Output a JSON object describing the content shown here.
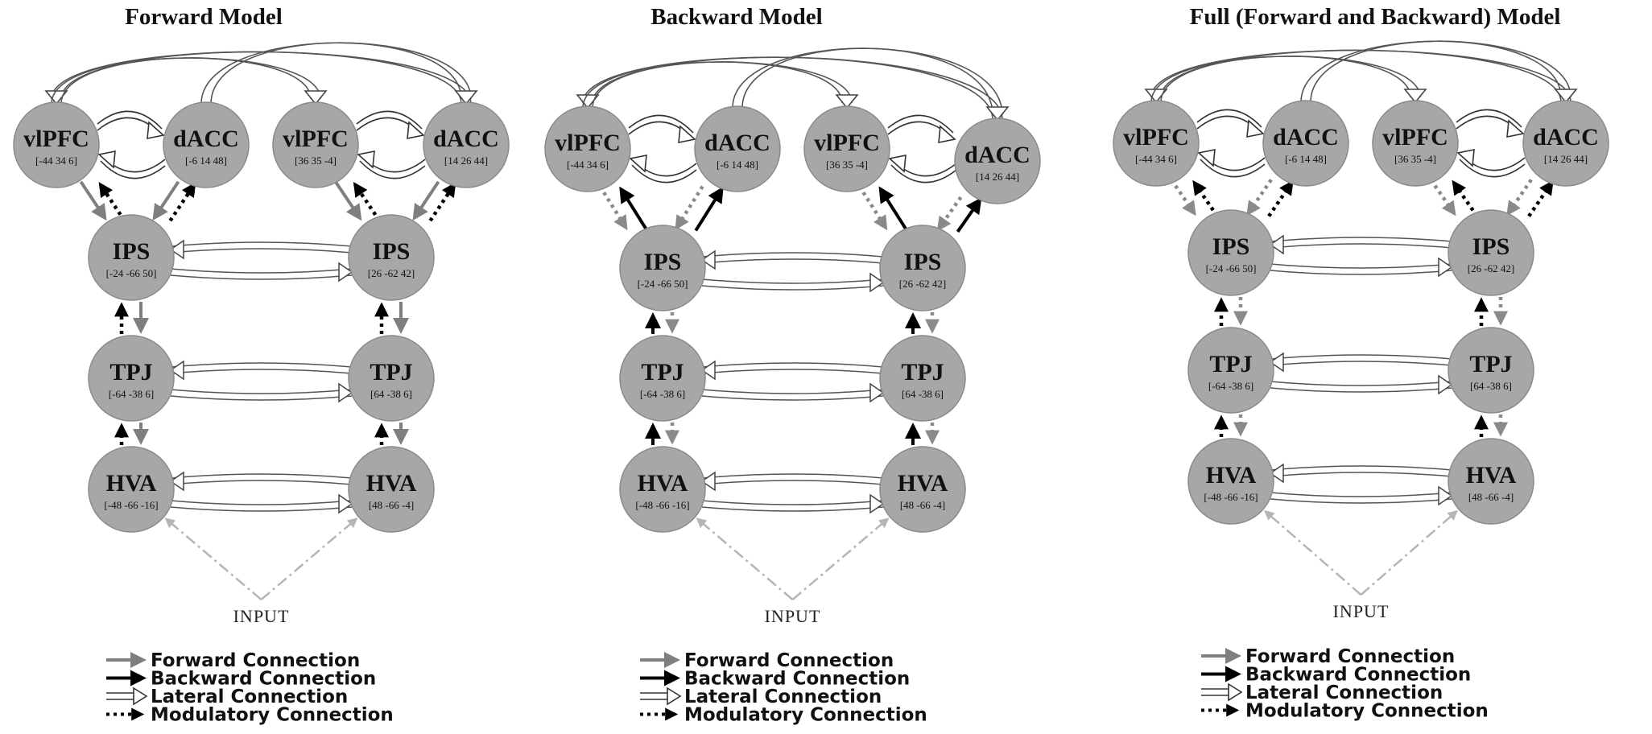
{
  "panels": [
    {
      "title": "Forward Model",
      "input_label": "INPUT",
      "legend": [
        "Forward Connection",
        "Backward Connection",
        "Lateral Connection",
        "Modulatory Connection"
      ],
      "nodes": {
        "vlpfc_l": {
          "name": "vlPFC",
          "coord": "[-44 34 6]"
        },
        "dacc_l": {
          "name": "dACC",
          "coord": "[-6 14 48]"
        },
        "vlpfc_r": {
          "name": "vlPFC",
          "coord": "[36 35 -4]"
        },
        "dacc_r": {
          "name": "dACC",
          "coord": "[14 26 44]"
        },
        "ips_l": {
          "name": "IPS",
          "coord": "[-24 -66 50]"
        },
        "ips_r": {
          "name": "IPS",
          "coord": "[26 -62 42]"
        },
        "tpj_l": {
          "name": "TPJ",
          "coord": "[-64 -38 6]"
        },
        "tpj_r": {
          "name": "TPJ",
          "coord": "[64 -38 6]"
        },
        "hva_l": {
          "name": "HVA",
          "coord": "[-48 -66 -16]"
        },
        "hva_r": {
          "name": "HVA",
          "coord": "[48 -66 -4]"
        }
      }
    },
    {
      "title": "Backward Model",
      "input_label": "INPUT",
      "legend": [
        "Forward Connection",
        "Backward Connection",
        "Lateral Connection",
        "Modulatory Connection"
      ],
      "nodes": {
        "vlpfc_l": {
          "name": "vlPFC",
          "coord": "[-44 34 6]"
        },
        "dacc_l": {
          "name": "dACC",
          "coord": "[-6 14 48]"
        },
        "vlpfc_r": {
          "name": "vlPFC",
          "coord": "[36 35 -4]"
        },
        "dacc_r": {
          "name": "dACC",
          "coord": "[14 26 44]"
        },
        "ips_l": {
          "name": "IPS",
          "coord": "[-24 -66 50]"
        },
        "ips_r": {
          "name": "IPS",
          "coord": "[26 -62 42]"
        },
        "tpj_l": {
          "name": "TPJ",
          "coord": "[-64 -38 6]"
        },
        "tpj_r": {
          "name": "TPJ",
          "coord": "[64 -38 6]"
        },
        "hva_l": {
          "name": "HVA",
          "coord": "[-48 -66 -16]"
        },
        "hva_r": {
          "name": "HVA",
          "coord": "[48 -66 -4]"
        }
      }
    },
    {
      "title": "Full (Forward and Backward) Model",
      "input_label": "INPUT",
      "legend": [
        "Forward Connection",
        "Backward Connection",
        "Lateral Connection",
        "Modulatory Connection"
      ],
      "nodes": {
        "vlpfc_l": {
          "name": "vlPFC",
          "coord": "[-44 34 6]"
        },
        "dacc_l": {
          "name": "dACC",
          "coord": "[-6 14 48]"
        },
        "vlpfc_r": {
          "name": "vlPFC",
          "coord": "[36 35 -4]"
        },
        "dacc_r": {
          "name": "dACC",
          "coord": "[14 26 44]"
        },
        "ips_l": {
          "name": "IPS",
          "coord": "[-24 -66 50]"
        },
        "ips_r": {
          "name": "IPS",
          "coord": "[26 -62 42]"
        },
        "tpj_l": {
          "name": "TPJ",
          "coord": "[-64 -38 6]"
        },
        "tpj_r": {
          "name": "TPJ",
          "coord": "[64 -38 6]"
        },
        "hva_l": {
          "name": "HVA",
          "coord": "[-48 -66 -16]"
        },
        "hva_r": {
          "name": "HVA",
          "coord": "[48 -66 -4]"
        }
      }
    }
  ],
  "colors": {
    "node_fill": "#a7a7a7",
    "forward": "#7f7f7f",
    "backward": "#000000",
    "lateral": "#555555",
    "input": "#b5b5b5"
  }
}
